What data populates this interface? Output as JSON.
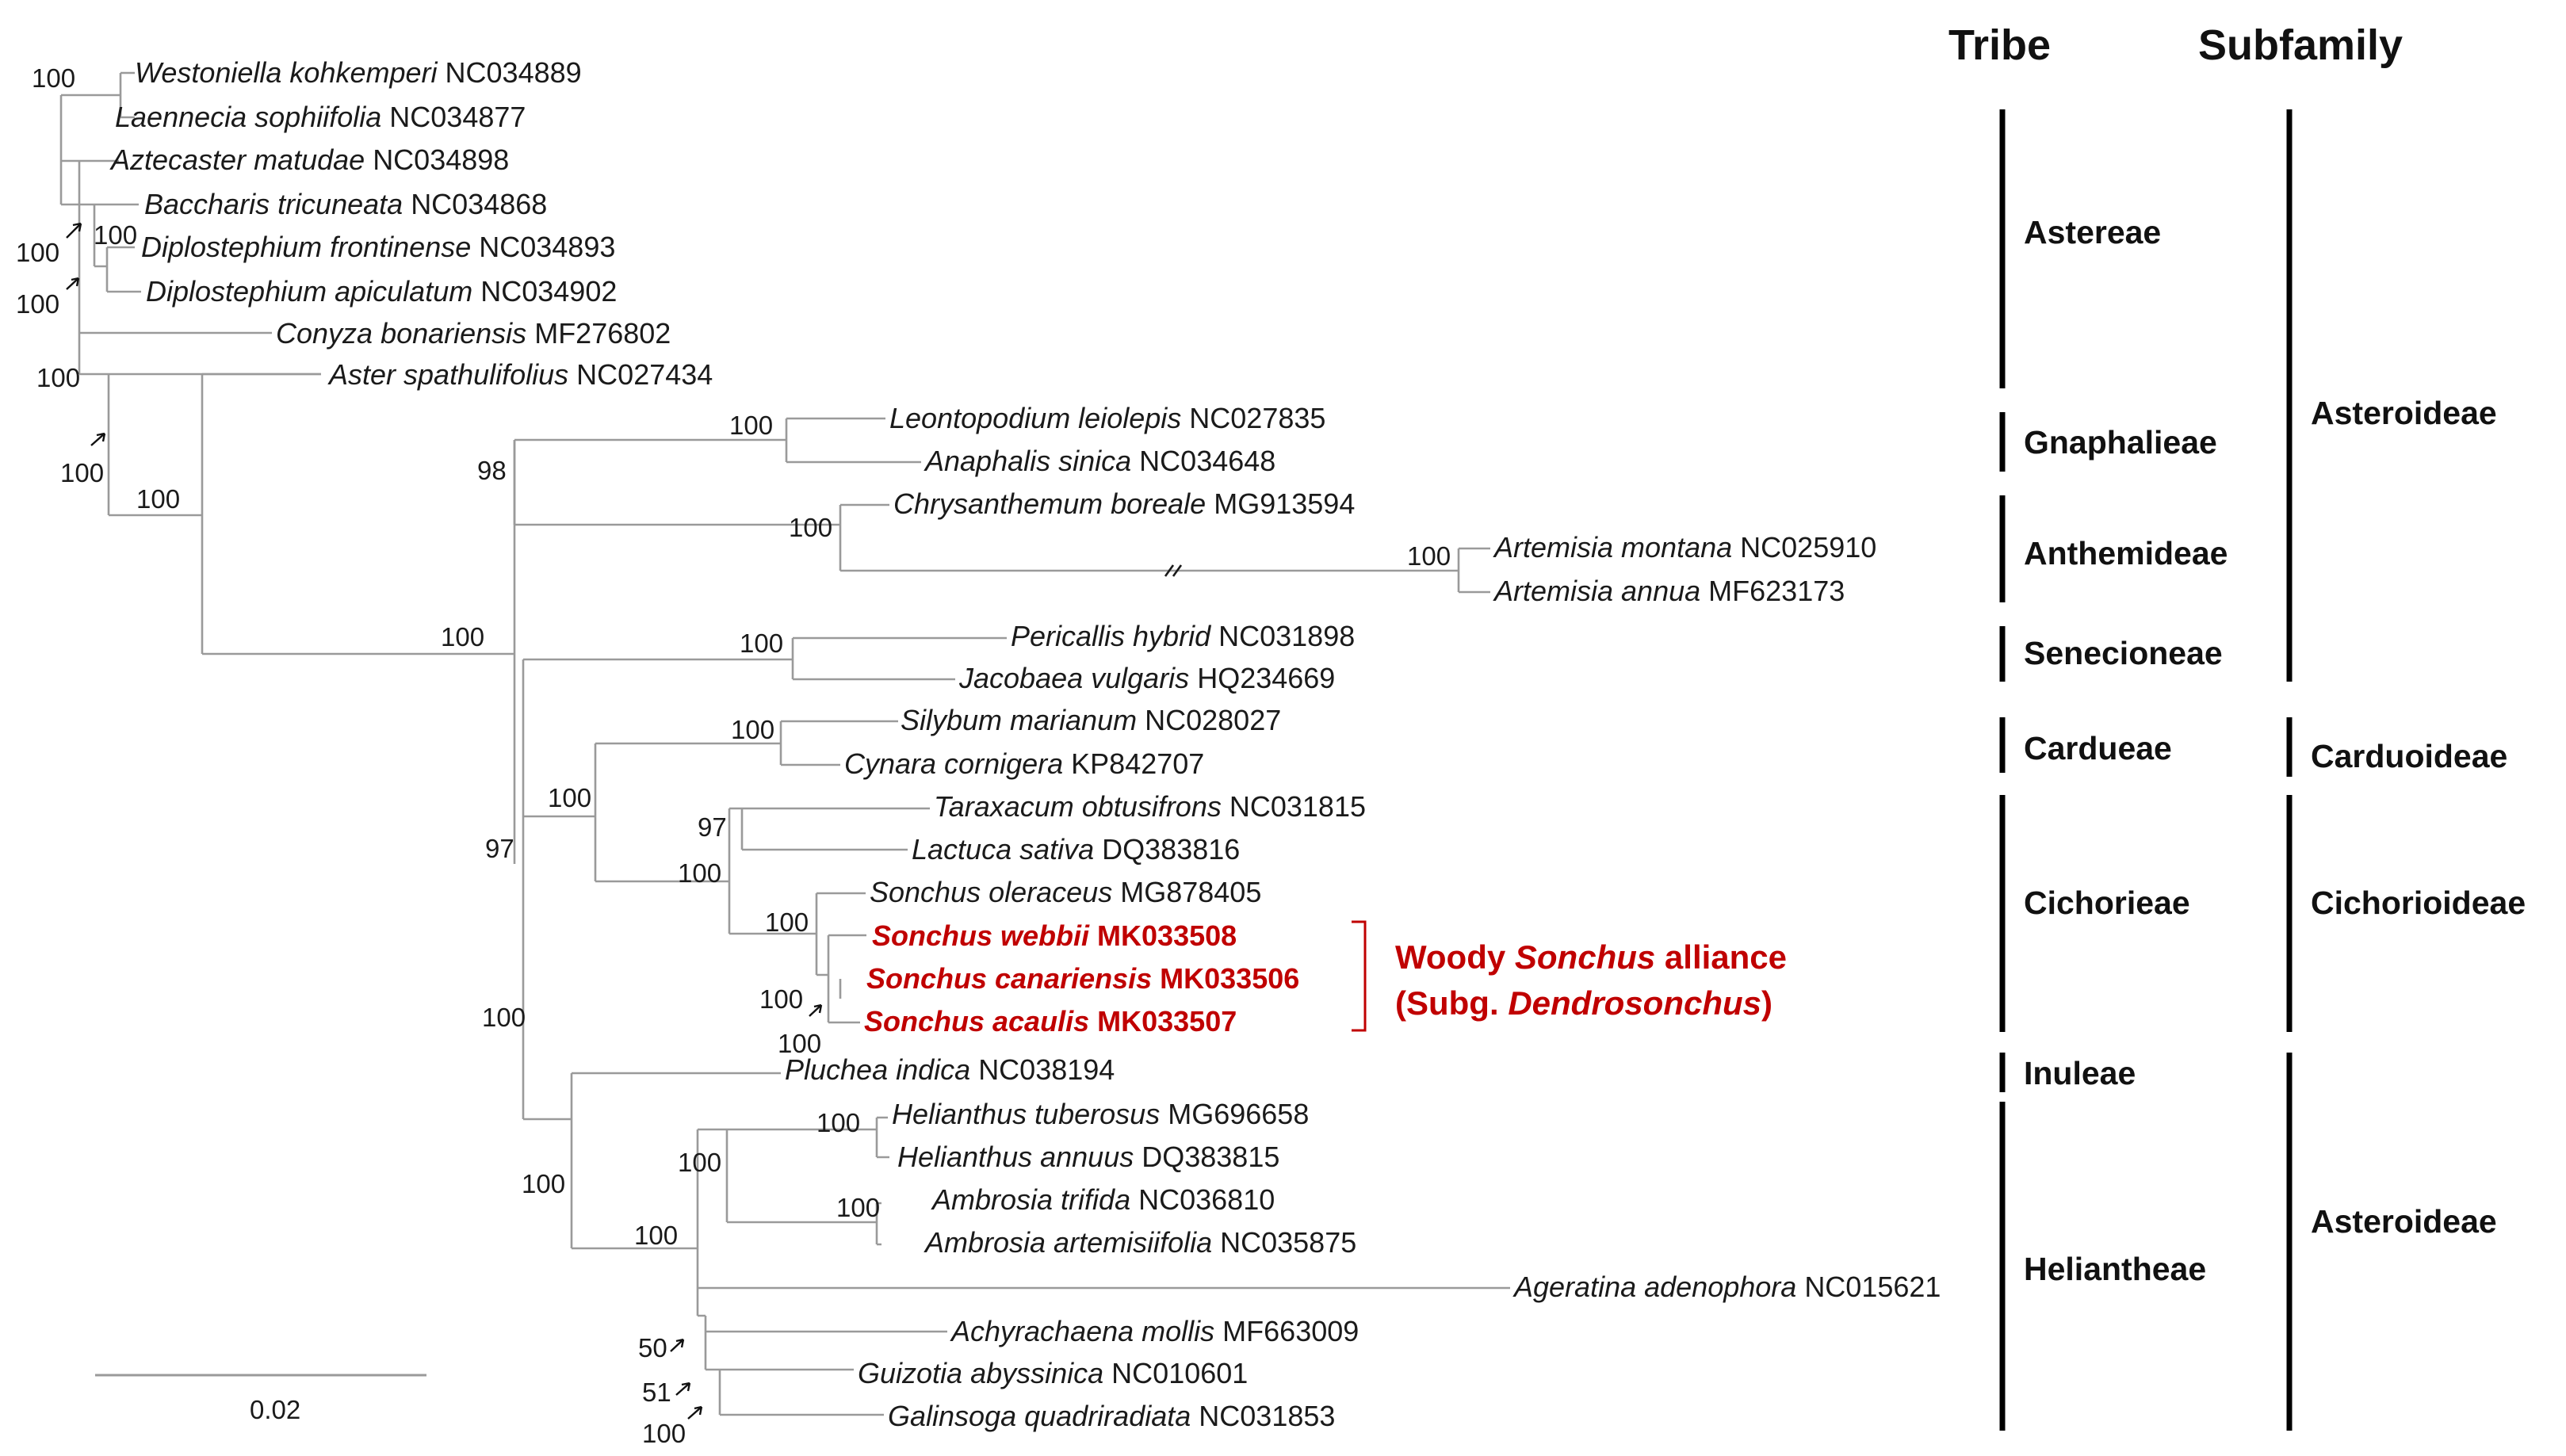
{
  "headers": {
    "tribe": "Tribe",
    "subfamily": "Subfamily"
  },
  "taxa": [
    {
      "id": "t01",
      "genus": "Westoniella kohkemperi",
      "acc": "NC034889"
    },
    {
      "id": "t02",
      "genus": "Laennecia sophiifolia",
      "acc": "NC034877"
    },
    {
      "id": "t03",
      "genus": "Aztecaster matudae",
      "acc": "NC034898"
    },
    {
      "id": "t04",
      "genus": "Baccharis tricuneata",
      "acc": "NC034868"
    },
    {
      "id": "t05",
      "genus": "Diplostephium frontinense",
      "acc": "NC034893"
    },
    {
      "id": "t06",
      "genus": "Diplostephium apiculatum",
      "acc": "NC034902"
    },
    {
      "id": "t07",
      "genus": "Conyza bonariensis",
      "acc": "MF276802"
    },
    {
      "id": "t08",
      "genus": "Aster spathulifolius",
      "acc": "NC027434"
    },
    {
      "id": "t09",
      "genus": "Leontopodium leiolepis",
      "acc": "NC027835"
    },
    {
      "id": "t10",
      "genus": "Anaphalis sinica",
      "acc": "NC034648"
    },
    {
      "id": "t11",
      "genus": "Chrysanthemum boreale",
      "acc": "MG913594"
    },
    {
      "id": "t12",
      "genus": "Artemisia montana",
      "acc": "NC025910"
    },
    {
      "id": "t13",
      "genus": "Artemisia annua",
      "acc": "MF623173"
    },
    {
      "id": "t14",
      "genus": "Pericallis hybrid",
      "acc": "NC031898"
    },
    {
      "id": "t15",
      "genus": "Jacobaea vulgaris",
      "acc": "HQ234669"
    },
    {
      "id": "t16",
      "genus": "Silybum marianum",
      "acc": "NC028027"
    },
    {
      "id": "t17",
      "genus": "Cynara cornigera",
      "acc": "KP842707"
    },
    {
      "id": "t18",
      "genus": "Taraxacum obtusifrons",
      "acc": "NC031815"
    },
    {
      "id": "t19",
      "genus": "Lactuca sativa",
      "acc": "DQ383816"
    },
    {
      "id": "t20",
      "genus": "Sonchus oleraceus",
      "acc": "MG878405"
    },
    {
      "id": "t21",
      "genus": "Sonchus webbii",
      "acc": "MK033508"
    },
    {
      "id": "t22",
      "genus": "Sonchus canariensis",
      "acc": "MK033506"
    },
    {
      "id": "t23",
      "genus": "Sonchus acaulis",
      "acc": "MK033507"
    },
    {
      "id": "t24",
      "genus": "Pluchea indica",
      "acc": "NC038194"
    },
    {
      "id": "t25",
      "genus": "Helianthus tuberosus",
      "acc": "MG696658"
    },
    {
      "id": "t26",
      "genus": "Helianthus annuus",
      "acc": "DQ383815"
    },
    {
      "id": "t27",
      "genus": "Ambrosia trifida",
      "acc": "NC036810"
    },
    {
      "id": "t28",
      "genus": "Ambrosia artemisiifolia",
      "acc": "NC035875"
    },
    {
      "id": "t29",
      "genus": "Ageratina adenophora",
      "acc": "NC015621"
    },
    {
      "id": "t30",
      "genus": "Achyrachaena mollis",
      "acc": "MF663009"
    },
    {
      "id": "t31",
      "genus": "Guizotia abyssinica",
      "acc": "NC010601"
    },
    {
      "id": "t32",
      "genus": "Galinsoga quadriradiata",
      "acc": "NC031853"
    }
  ],
  "support_values": [
    "100",
    "100",
    "100",
    "100",
    "100",
    "100",
    "100",
    "98",
    "100",
    "100",
    "100",
    "100",
    "100",
    "97",
    "100",
    "97",
    "100",
    "100",
    "100",
    "100",
    "100",
    "100",
    "100",
    "100",
    "100",
    "100",
    "50",
    "51",
    "100"
  ],
  "highlight_note": {
    "line1_prefix": "Woody ",
    "line1_italic": "Sonchus",
    "line1_suffix": " alliance",
    "line2_prefix": "(Subg. ",
    "line2_italic": "Dendrosonchus",
    "line2_suffix": ")"
  },
  "tribes": [
    "Astereae",
    "Gnaphalieae",
    "Anthemideae",
    "Senecioneae",
    "Cardueae",
    "Cichorieae",
    "Inuleae",
    "Heliantheae"
  ],
  "subfamilies": [
    "Asteroideae",
    "Carduoideae",
    "Cichorioideae",
    "Asteroideae"
  ],
  "scale_bar": {
    "label": "0.02"
  },
  "colors": {
    "highlight": "#c00000",
    "branch": "#9a9a9a",
    "text": "#1a1a1a"
  }
}
